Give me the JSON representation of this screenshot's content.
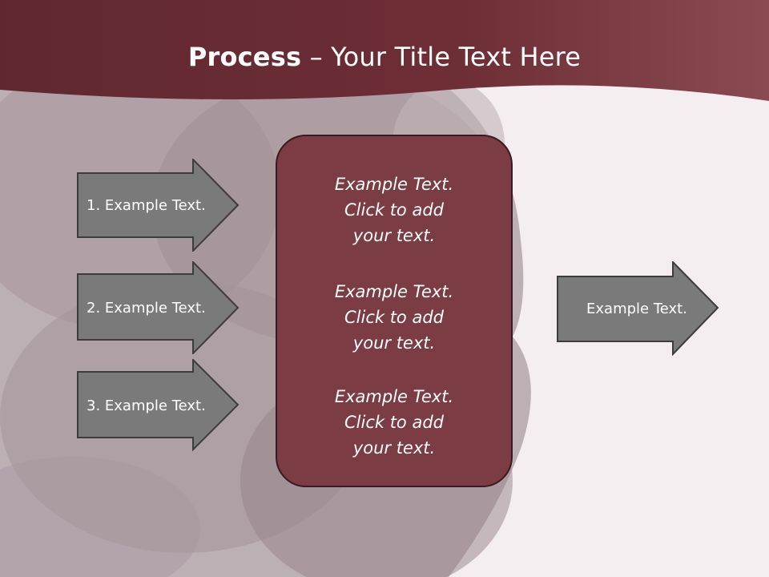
{
  "title": {
    "bold": "Process",
    "rest": " – Your Title Text Here"
  },
  "inputs": [
    {
      "label": "1. Example Text."
    },
    {
      "label": "2. Example Text."
    },
    {
      "label": "3. Example Text."
    }
  ],
  "center_blocks": [
    {
      "lines": [
        "Example Text.",
        "Click  to add",
        "your text."
      ]
    },
    {
      "lines": [
        "Example Text.",
        "Click  to add",
        "your text."
      ]
    },
    {
      "lines": [
        "Example Text.",
        "Click  to add",
        "your text."
      ]
    }
  ],
  "output": {
    "label": "Example Text."
  },
  "colors": {
    "header": "#6e2e36",
    "box_fill": "#7b3c44",
    "arrow_fill": "#7a7a7a",
    "arrow_stroke": "#3c3c3c",
    "background": "#f4eef0"
  }
}
